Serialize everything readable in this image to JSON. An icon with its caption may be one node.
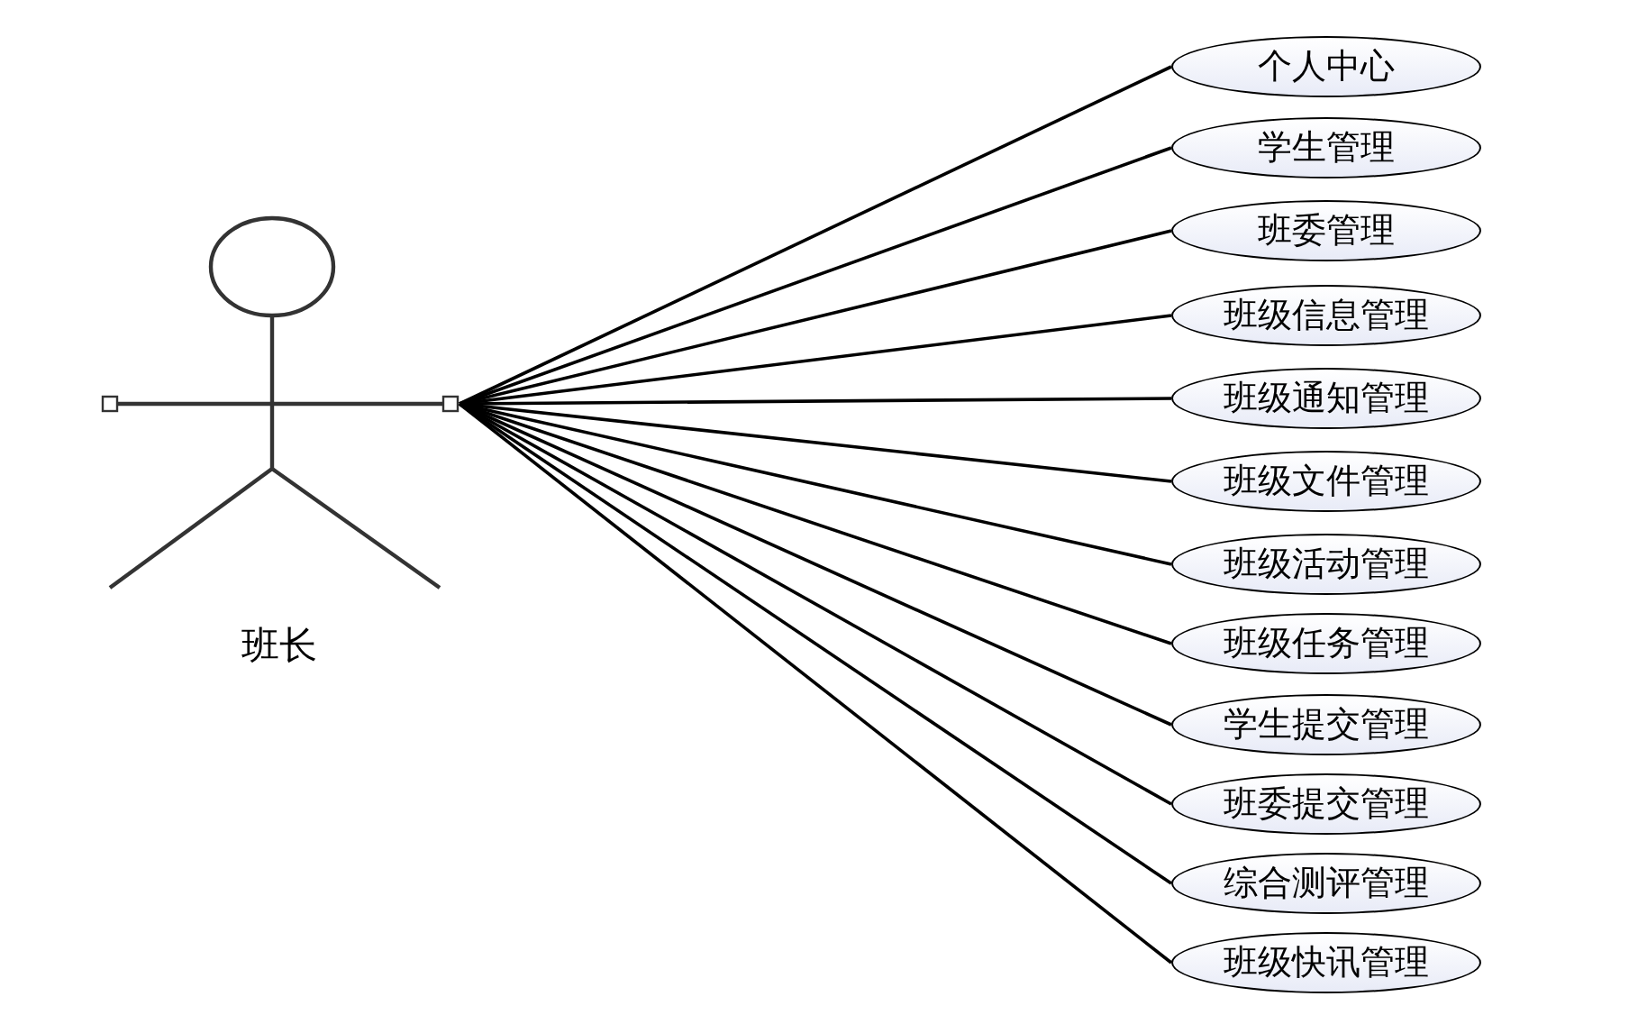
{
  "diagram": {
    "nodes": [
      {
        "text": [
          "班长"
        ]
      },
      {
        "text": [
          "个人中心"
        ]
      },
      {
        "text": [
          "学生管理"
        ]
      },
      {
        "text": [
          "班委管理"
        ]
      },
      {
        "text": [
          "班级信息管理"
        ]
      },
      {
        "text": [
          "班级通知管理"
        ]
      },
      {
        "text": [
          "班级文件管理"
        ]
      },
      {
        "text": [
          "班级活动管理"
        ]
      },
      {
        "text": [
          "班级任务管理"
        ]
      },
      {
        "text": [
          "学生提交管理"
        ]
      },
      {
        "text": [
          "班委提交管理"
        ]
      },
      {
        "text": [
          "综合测评管理"
        ]
      },
      {
        "text": [
          "班级快讯管理"
        ]
      }
    ],
    "edges": [
      {
        "from": 0,
        "to": 1,
        "arrow": "none"
      },
      {
        "from": 0,
        "to": 2,
        "arrow": "none"
      },
      {
        "from": 0,
        "to": 3,
        "arrow": "none"
      },
      {
        "from": 0,
        "to": 4,
        "arrow": "none"
      },
      {
        "from": 0,
        "to": 5,
        "arrow": "none"
      },
      {
        "from": 0,
        "to": 6,
        "arrow": "none"
      },
      {
        "from": 0,
        "to": 7,
        "arrow": "none"
      },
      {
        "from": 0,
        "to": 8,
        "arrow": "none"
      },
      {
        "from": 0,
        "to": 9,
        "arrow": "none"
      },
      {
        "from": 0,
        "to": 10,
        "arrow": "none"
      },
      {
        "from": 0,
        "to": 11,
        "arrow": "none"
      },
      {
        "from": 0,
        "to": 12,
        "arrow": "none"
      }
    ]
  }
}
